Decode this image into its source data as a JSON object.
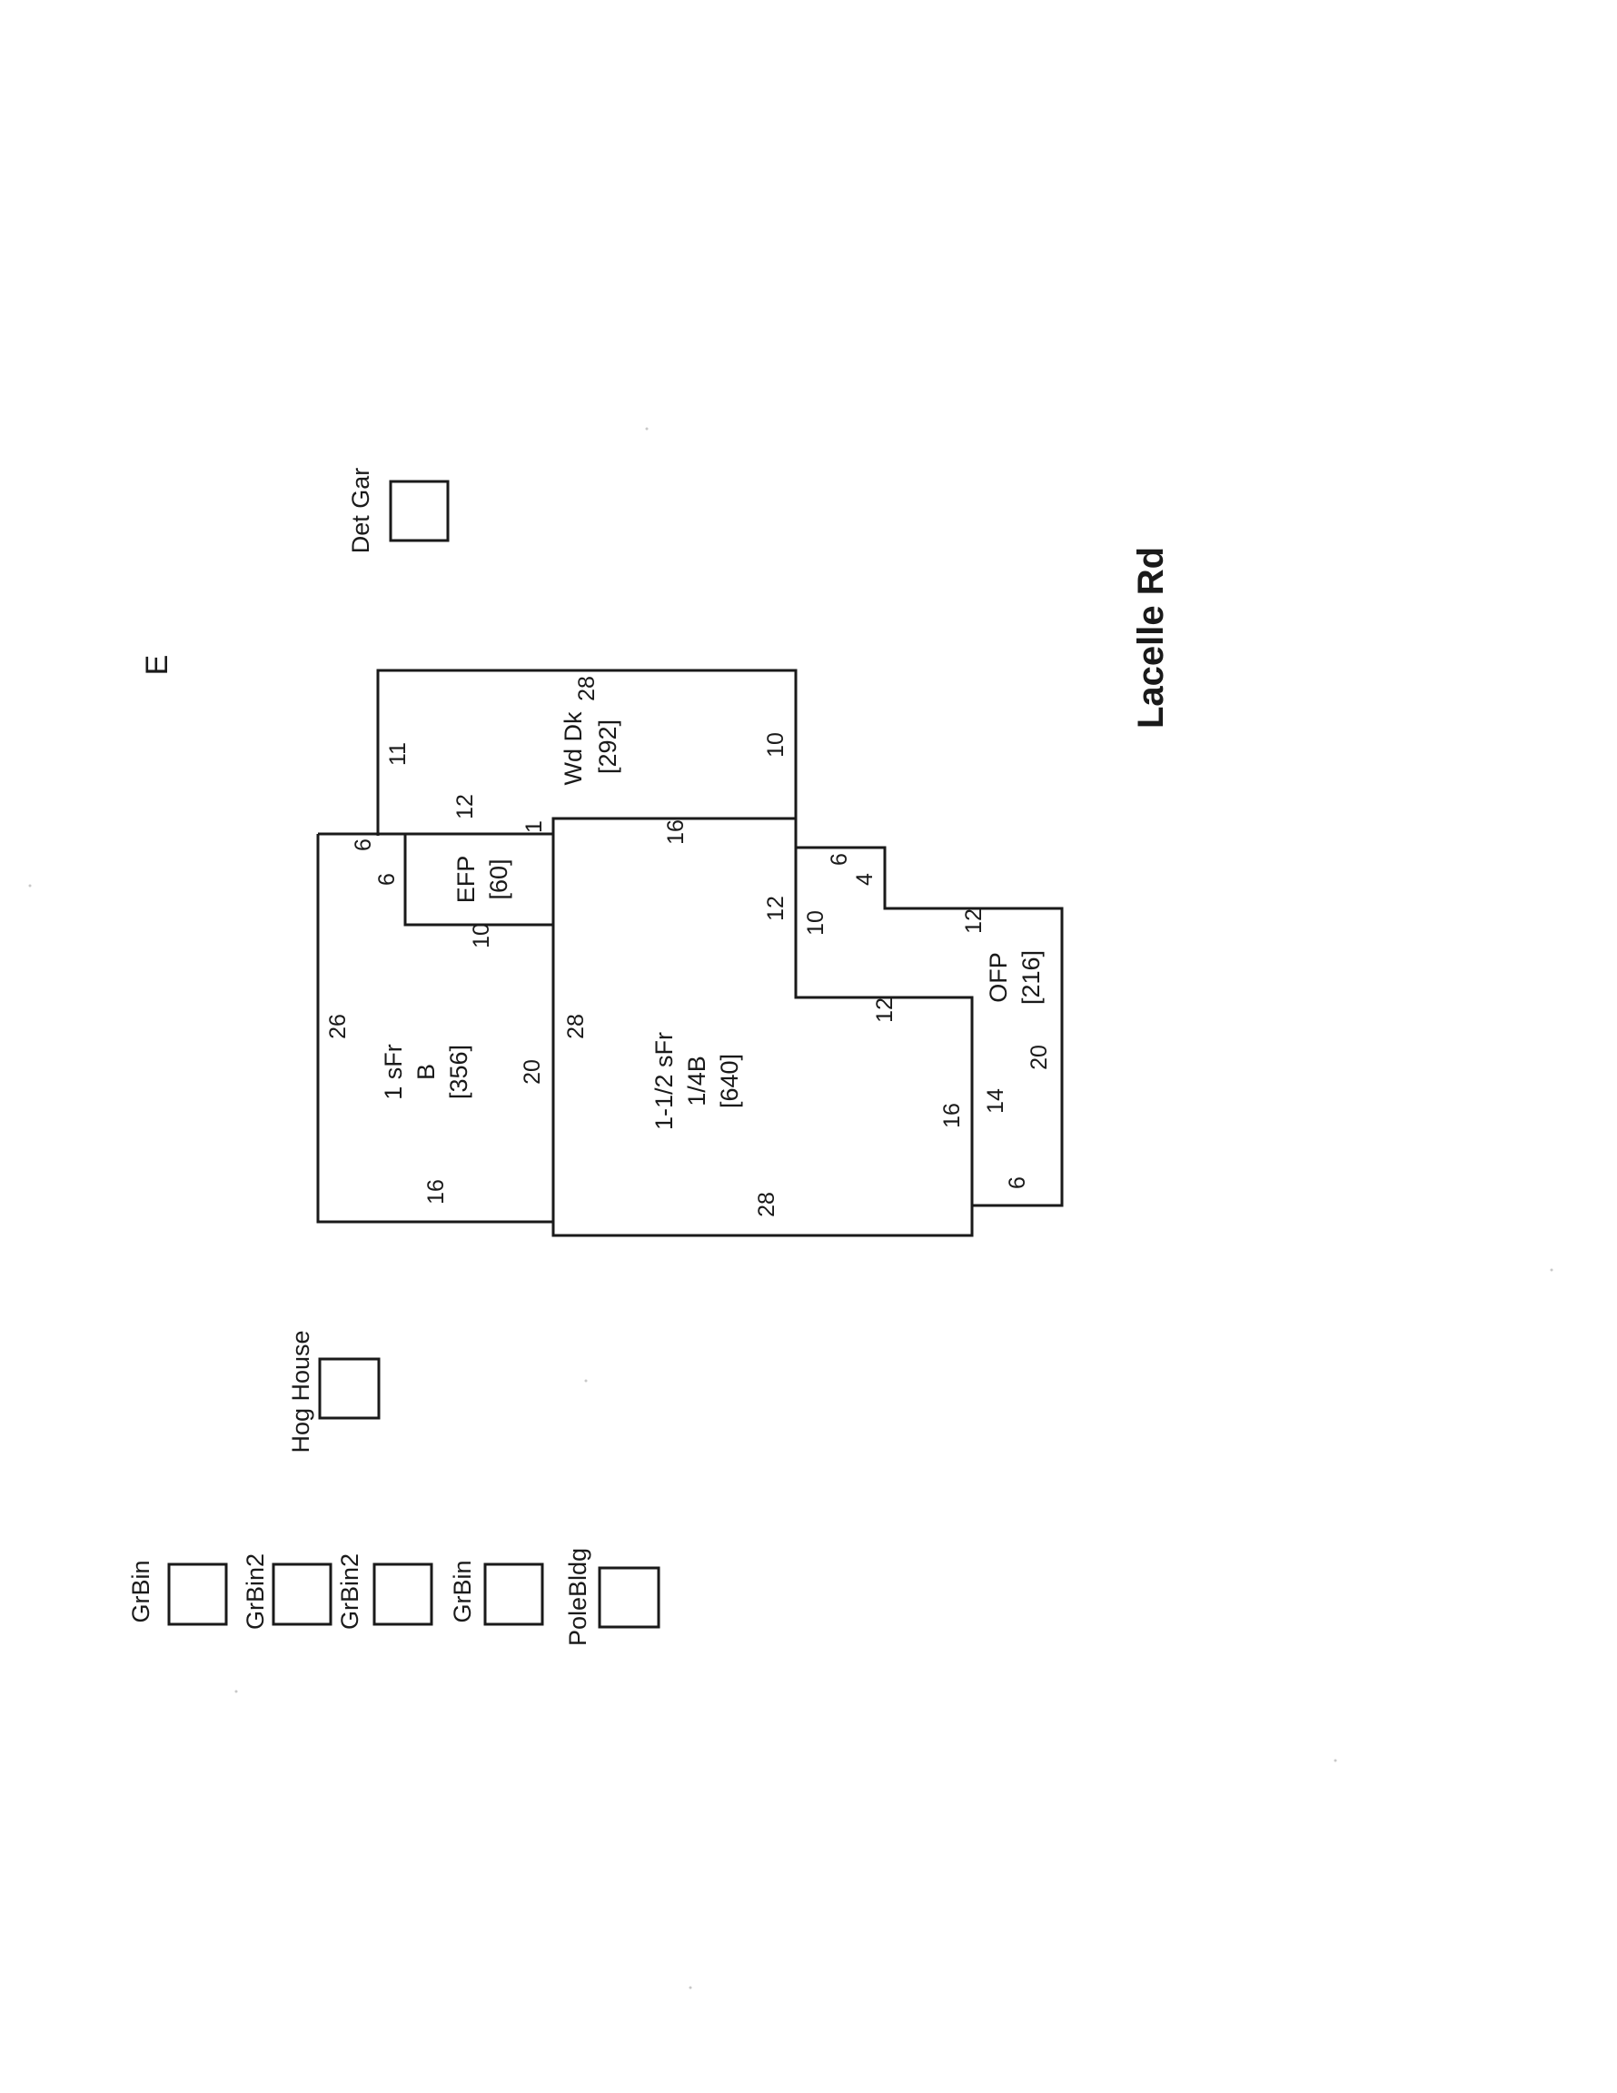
{
  "compass": "E",
  "road": "Lacelle Rd",
  "outbuildings": {
    "det_gar": "Det Gar",
    "hog_house": "Hog House",
    "gr_bin_1": "GrBin",
    "gr_bin2_1": "GrBin2",
    "gr_bin2_2": "GrBin2",
    "gr_bin_2": "GrBin",
    "pole_bldg": "PoleBldg"
  },
  "areas": {
    "wd_dk": {
      "name": "Wd Dk",
      "size": "[292]"
    },
    "efp": {
      "name": "EFP",
      "size": "[60]"
    },
    "one_sfr": {
      "name": "1 sFr",
      "sub": "B",
      "size": "[356]"
    },
    "one_half_sfr": {
      "name": "1-1/2 sFr",
      "sub": "1/4B",
      "size": "[640]"
    },
    "ofp": {
      "name": "OFP",
      "size": "[216]"
    }
  },
  "dims": {
    "wd_28": "28",
    "wd_11": "11",
    "wd_12": "12",
    "wd_10": "10",
    "efp_6a": "6",
    "efp_6b": "6",
    "efp_10": "10",
    "efp_1": "1",
    "sfr_26": "26",
    "sfr_20": "20",
    "sfr_16": "16",
    "main_16": "16",
    "main_12": "12",
    "main_28l": "28",
    "main_12b": "12",
    "main_16b": "16",
    "main_28b": "28",
    "ofp_6a": "6",
    "ofp_4": "4",
    "ofp_10": "10",
    "ofp_12": "12",
    "ofp_14": "14",
    "ofp_20": "20",
    "ofp_6b": "6"
  }
}
